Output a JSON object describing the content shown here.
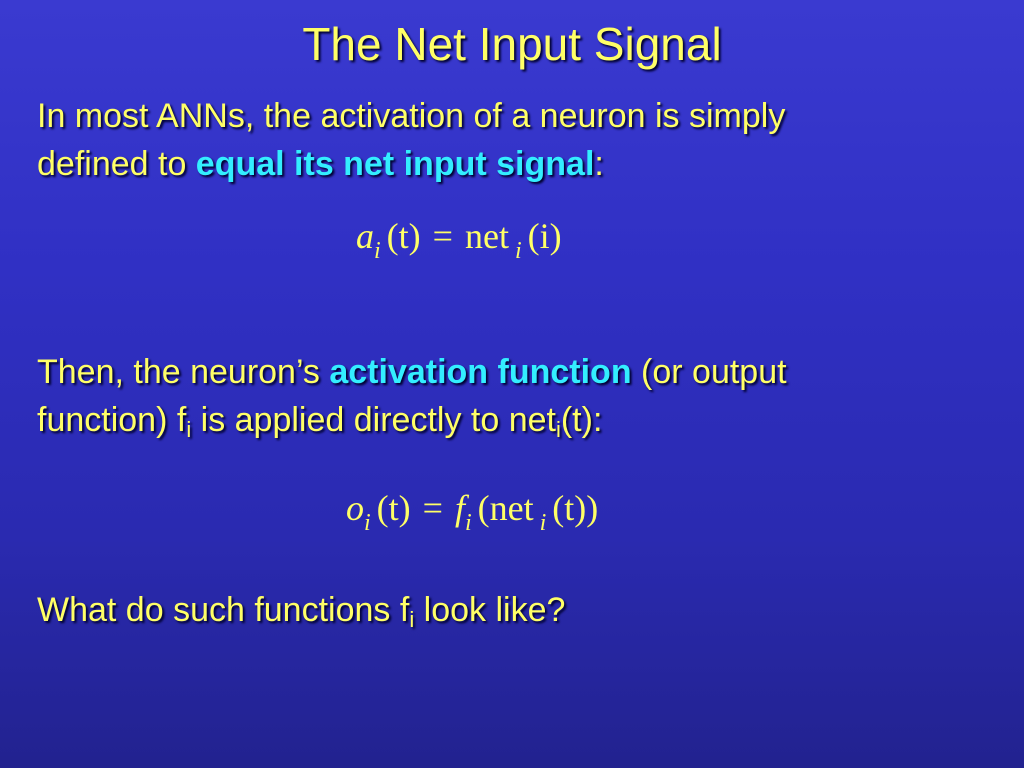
{
  "title": "The Net Input Signal",
  "para1": {
    "line1": "In most ANNs, the activation of a neuron is simply",
    "line2_pre": "defined to ",
    "line2_highlight": "equal its net input signal",
    "line2_post": ":"
  },
  "formula1": {
    "lhs_var": "a",
    "lhs_sub": "i",
    "lhs_arg": "(t)",
    "equals": "=",
    "rhs_func": "net",
    "rhs_sub": "i",
    "rhs_arg": "(i)"
  },
  "para2": {
    "line1_pre": "Then, the neuron’s ",
    "line1_highlight": "activation function",
    "line1_post": " (or output",
    "line2_a": "function) f",
    "line2_sub1": "i",
    "line2_b": " is applied directly to net",
    "line2_sub2": "i",
    "line2_c": "(t):"
  },
  "formula2": {
    "lhs_var": "o",
    "lhs_sub": "i",
    "lhs_arg": "(t)",
    "equals": "=",
    "rhs_func": "f",
    "rhs_sub": "i",
    "rhs_open": "(net",
    "rhs_inner_sub": "i",
    "rhs_close": "(t))"
  },
  "para3": {
    "text_pre": "What do such functions f",
    "sub": "i",
    "text_post": " look like?"
  },
  "colors": {
    "text": "#ffff66",
    "highlight": "#33eeff",
    "background_top": "#3a3ad0",
    "background_bottom": "#22228f"
  }
}
